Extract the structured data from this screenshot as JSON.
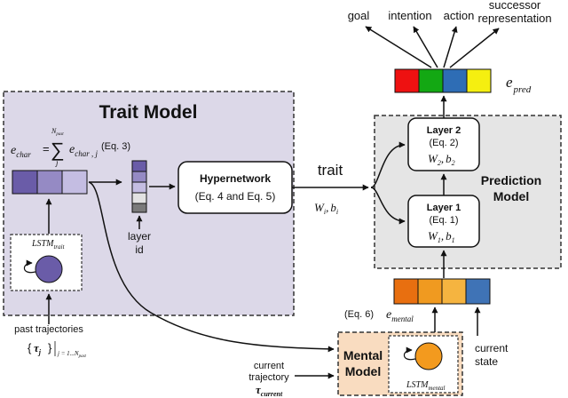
{
  "outputs": {
    "goal": "goal",
    "intention": "intention",
    "action": "action",
    "successor_line1": "successor",
    "successor_line2": "representation"
  },
  "e_pred": {
    "symbol": "e",
    "subscript": "pred",
    "colors": [
      "#ee1111",
      "#13a813",
      "#2e6db5",
      "#f5ef10"
    ]
  },
  "trait_model": {
    "title": "Trait Model",
    "e_char_lhs": "e",
    "e_char_lhs_sub": "char",
    "equals": "=",
    "sum_symbol": "∑",
    "sum_upper": "N",
    "sum_upper_sub": "past",
    "sum_lower": "j",
    "e_char_term": "e",
    "e_char_term_sub": "char , j",
    "eq3": "(Eq. 3)",
    "e_char_colors": [
      "#6a5ca8",
      "#958ac4",
      "#c4bde2"
    ],
    "layer_colors": [
      "#6a5ca8",
      "#958ac4",
      "#c4bde2",
      "#e2e2e2",
      "#7a7a7a"
    ],
    "layer_label_1": "layer",
    "layer_label_2": "id",
    "lstm_label": "LSTM",
    "lstm_sub": "trait",
    "hypernetwork": "Hypernetwork",
    "hypernetwork_eq": "(Eq. 4 and Eq. 5)",
    "past_traj": "past trajectories",
    "tau": "τ",
    "tau_sub": "j",
    "range_sub": "j = 1...N",
    "range_sub_sub": "past"
  },
  "trait_arrow": {
    "label": "trait",
    "weights": "W",
    "weights_sub": "i",
    "comma": ",",
    "bias": "b",
    "bias_sub": "i"
  },
  "prediction_model": {
    "title_1": "Prediction",
    "title_2": "Model",
    "layer2_title": "Layer 2",
    "layer2_eq": "(Eq. 2)",
    "layer2_w": "W",
    "layer2_w_sub": "2",
    "layer2_b": "b",
    "layer2_b_sub": "2",
    "layer1_title": "Layer 1",
    "layer1_eq": "(Eq. 1)",
    "layer1_w": "W",
    "layer1_w_sub": "1",
    "layer1_b": "b",
    "layer1_b_sub": "1",
    "comma": ","
  },
  "e_mental": {
    "eq6": "(Eq. 6)",
    "symbol": "e",
    "subscript": "mental",
    "colors": [
      "#e86f10",
      "#f09a20",
      "#f5b440",
      "#f8c667",
      "#3f73b6"
    ]
  },
  "current_state": {
    "line1": "current",
    "line2": "state"
  },
  "mental_model": {
    "title_1": "Mental",
    "title_2": "Model",
    "lstm_label": "LSTM",
    "lstm_sub": "mental",
    "current_traj_1": "current",
    "current_traj_2": "trajectory",
    "tau": "τ",
    "tau_sub": "current"
  },
  "colors": {
    "trait_bg": "#dcd8e8",
    "prediction_bg": "#e5e5e5",
    "mental_bg": "#f9dcc0",
    "lstm_trait_circle": "#6a5ca8",
    "lstm_mental_circle": "#f39a1e"
  }
}
